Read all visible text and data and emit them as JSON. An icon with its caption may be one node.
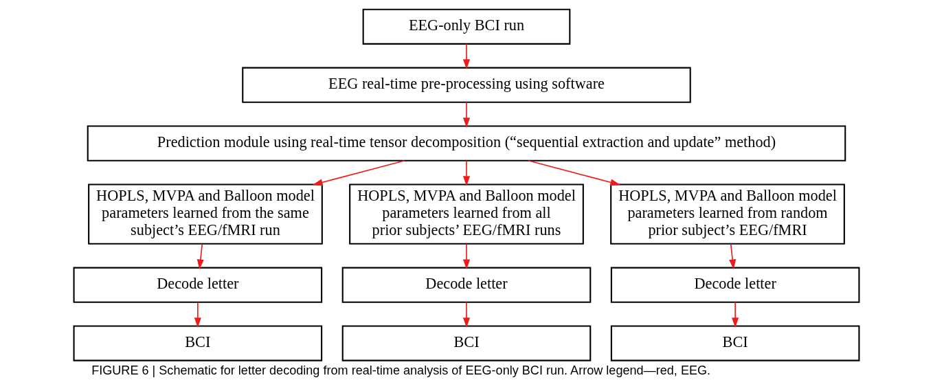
{
  "diagram": {
    "caption": "FIGURE 6 | Schematic for letter decoding from real-time analysis of EEG-only BCI run. Arrow legend—red, EEG.",
    "nodes": [
      {
        "text": [
          "EEG-only BCI run"
        ]
      },
      {
        "text": [
          "EEG real-time pre-processing using software"
        ]
      },
      {
        "text": [
          "Prediction module using real-time tensor decomposition (“sequential extraction and update” method)"
        ]
      },
      {
        "text": [
          "HOPLS, MVPA and Balloon model parameters learned from the same subject’s EEG/fMRI run"
        ]
      },
      {
        "text": [
          "HOPLS, MVPA and Balloon model parameters learned from all prior subjects’ EEG/fMRI runs"
        ]
      },
      {
        "text": [
          "HOPLS, MVPA and Balloon model parameters learned from random prior subject’s EEG/fMRI"
        ]
      },
      {
        "text": [
          "Decode letter"
        ]
      },
      {
        "text": [
          "Decode letter"
        ]
      },
      {
        "text": [
          "Decode letter"
        ]
      },
      {
        "text": [
          "BCI"
        ]
      },
      {
        "text": [
          "BCI"
        ]
      },
      {
        "text": [
          "BCI"
        ]
      }
    ],
    "edges": [
      {
        "from": 0,
        "to": 1,
        "arrow": "to"
      },
      {
        "from": 1,
        "to": 2,
        "arrow": "to"
      },
      {
        "from": 2,
        "to": 3,
        "arrow": "to"
      },
      {
        "from": 2,
        "to": 4,
        "arrow": "to"
      },
      {
        "from": 2,
        "to": 5,
        "arrow": "to"
      },
      {
        "from": 3,
        "to": 6,
        "arrow": "to"
      },
      {
        "from": 4,
        "to": 7,
        "arrow": "to"
      },
      {
        "from": 5,
        "to": 8,
        "arrow": "to"
      },
      {
        "from": 6,
        "to": 9,
        "arrow": "to"
      },
      {
        "from": 7,
        "to": 10,
        "arrow": "to"
      },
      {
        "from": 8,
        "to": 11,
        "arrow": "to"
      }
    ]
  }
}
